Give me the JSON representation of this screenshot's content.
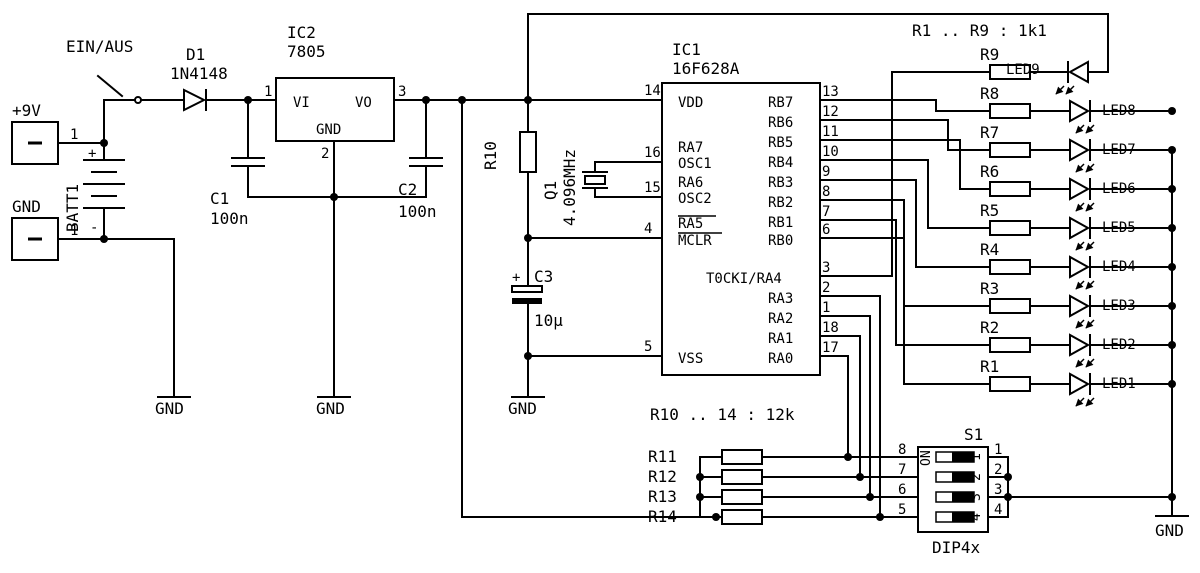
{
  "labels": {
    "ein_aus": "EIN/AUS",
    "plus9v": "+9V",
    "gnd_conn": "GND",
    "batt1": "BATT1",
    "batt_plus": "+",
    "batt_minus": "-",
    "d1": "D1",
    "d1_part": "1N4148",
    "ic2": "IC2",
    "ic2_part": "7805",
    "ic2_vi": "VI",
    "ic2_vo": "VO",
    "ic2_gnd": "GND",
    "c1": "C1",
    "c1_val": "100n",
    "c2": "C2",
    "c2_val": "100n",
    "gnd": "GND",
    "r10": "R10",
    "q1": "Q1",
    "q1_freq": "4.096MHz",
    "c3": "C3",
    "c3_val": "10µ",
    "c3_plus": "+",
    "ic1": "IC1",
    "ic1_part": "16F628A",
    "r_range_1": "R1 .. R9 : 1k1",
    "r_range_2": "R10 .. 14 : 12k",
    "s1": "S1",
    "s1_part": "DIP4x",
    "dip_on": "ON",
    "pin1": "1",
    "pin2": "2",
    "pin3": "3"
  },
  "ic1_left_pins": [
    {
      "num": "14",
      "name": "VDD"
    },
    {
      "num": "16",
      "name": "RA7"
    },
    {
      "num": "",
      "name": "OSC1"
    },
    {
      "num": "15",
      "name": "RA6"
    },
    {
      "num": "",
      "name": "OSC2"
    },
    {
      "num": "",
      "name": "RA5"
    },
    {
      "num": "4",
      "name": "MCLR"
    },
    {
      "num": "5",
      "name": "VSS"
    }
  ],
  "ic1_right_pins": [
    {
      "num": "13",
      "name": "RB7"
    },
    {
      "num": "12",
      "name": "RB6"
    },
    {
      "num": "11",
      "name": "RB5"
    },
    {
      "num": "10",
      "name": "RB4"
    },
    {
      "num": "9",
      "name": "RB3"
    },
    {
      "num": "8",
      "name": "RB2"
    },
    {
      "num": "7",
      "name": "RB1"
    },
    {
      "num": "6",
      "name": "RB0"
    },
    {
      "num": "3",
      "name": "T0CKI/RA4"
    },
    {
      "num": "2",
      "name": "RA3"
    },
    {
      "num": "1",
      "name": "RA2"
    },
    {
      "num": "18",
      "name": "RA1"
    },
    {
      "num": "17",
      "name": "RA0"
    }
  ],
  "led_resistors": [
    "R9",
    "R8",
    "R7",
    "R6",
    "R5",
    "R4",
    "R3",
    "R2",
    "R1"
  ],
  "leds": [
    "LED9",
    "LED8",
    "LED7",
    "LED6",
    "LED5",
    "LED4",
    "LED3",
    "LED2",
    "LED1"
  ],
  "pullup_resistors": [
    "R11",
    "R12",
    "R13",
    "R14"
  ],
  "dip_left_pins": [
    "8",
    "7",
    "6",
    "5"
  ],
  "dip_right_pins": [
    "1",
    "2",
    "3",
    "4"
  ],
  "dip_switch_nums": [
    "1",
    "2",
    "3",
    "4"
  ]
}
